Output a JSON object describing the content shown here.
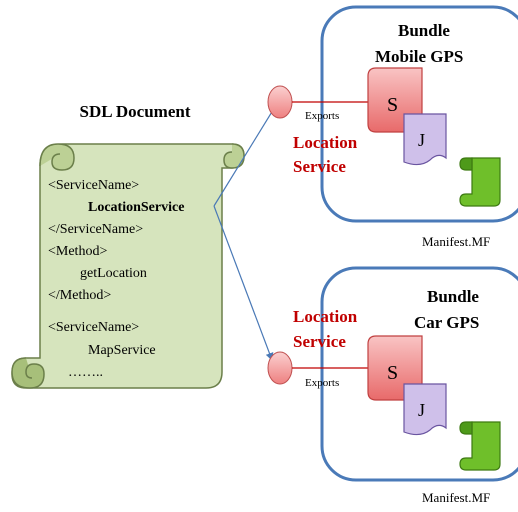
{
  "sdl_document": {
    "title": "SDL Document",
    "lines": [
      "<ServiceName>",
      "LocationService",
      "</ServiceName>",
      "<Method>",
      "getLocation",
      "</Method>",
      "<ServiceName>",
      "MapService",
      "…….."
    ]
  },
  "bundle_top": {
    "title_line1": "Bundle",
    "title_line2": "Mobile GPS",
    "service_line1": "Location",
    "service_line2": "Service",
    "exports_label": "Exports",
    "s_label": "S",
    "j_label": "J",
    "manifest_label": "Manifest.MF"
  },
  "bundle_bottom": {
    "title_line1": "Bundle",
    "title_line2": "Car GPS",
    "service_line1": "Location",
    "service_line2": "Service",
    "exports_label": "Exports",
    "s_label": "S",
    "j_label": "J",
    "manifest_label": "Manifest.MF"
  },
  "colors": {
    "bundle_border": "#4a7ab8",
    "scroll_fill": "#d6e4bd",
    "scroll_stroke": "#6b7f4a",
    "service_text": "#c00000",
    "s_box": "#f08d8d",
    "j_doc": "#cfc0ea",
    "manifest_green": "#6fbf2a",
    "arrow": "#4a79b6",
    "port_fill": "#f5a3a3"
  }
}
